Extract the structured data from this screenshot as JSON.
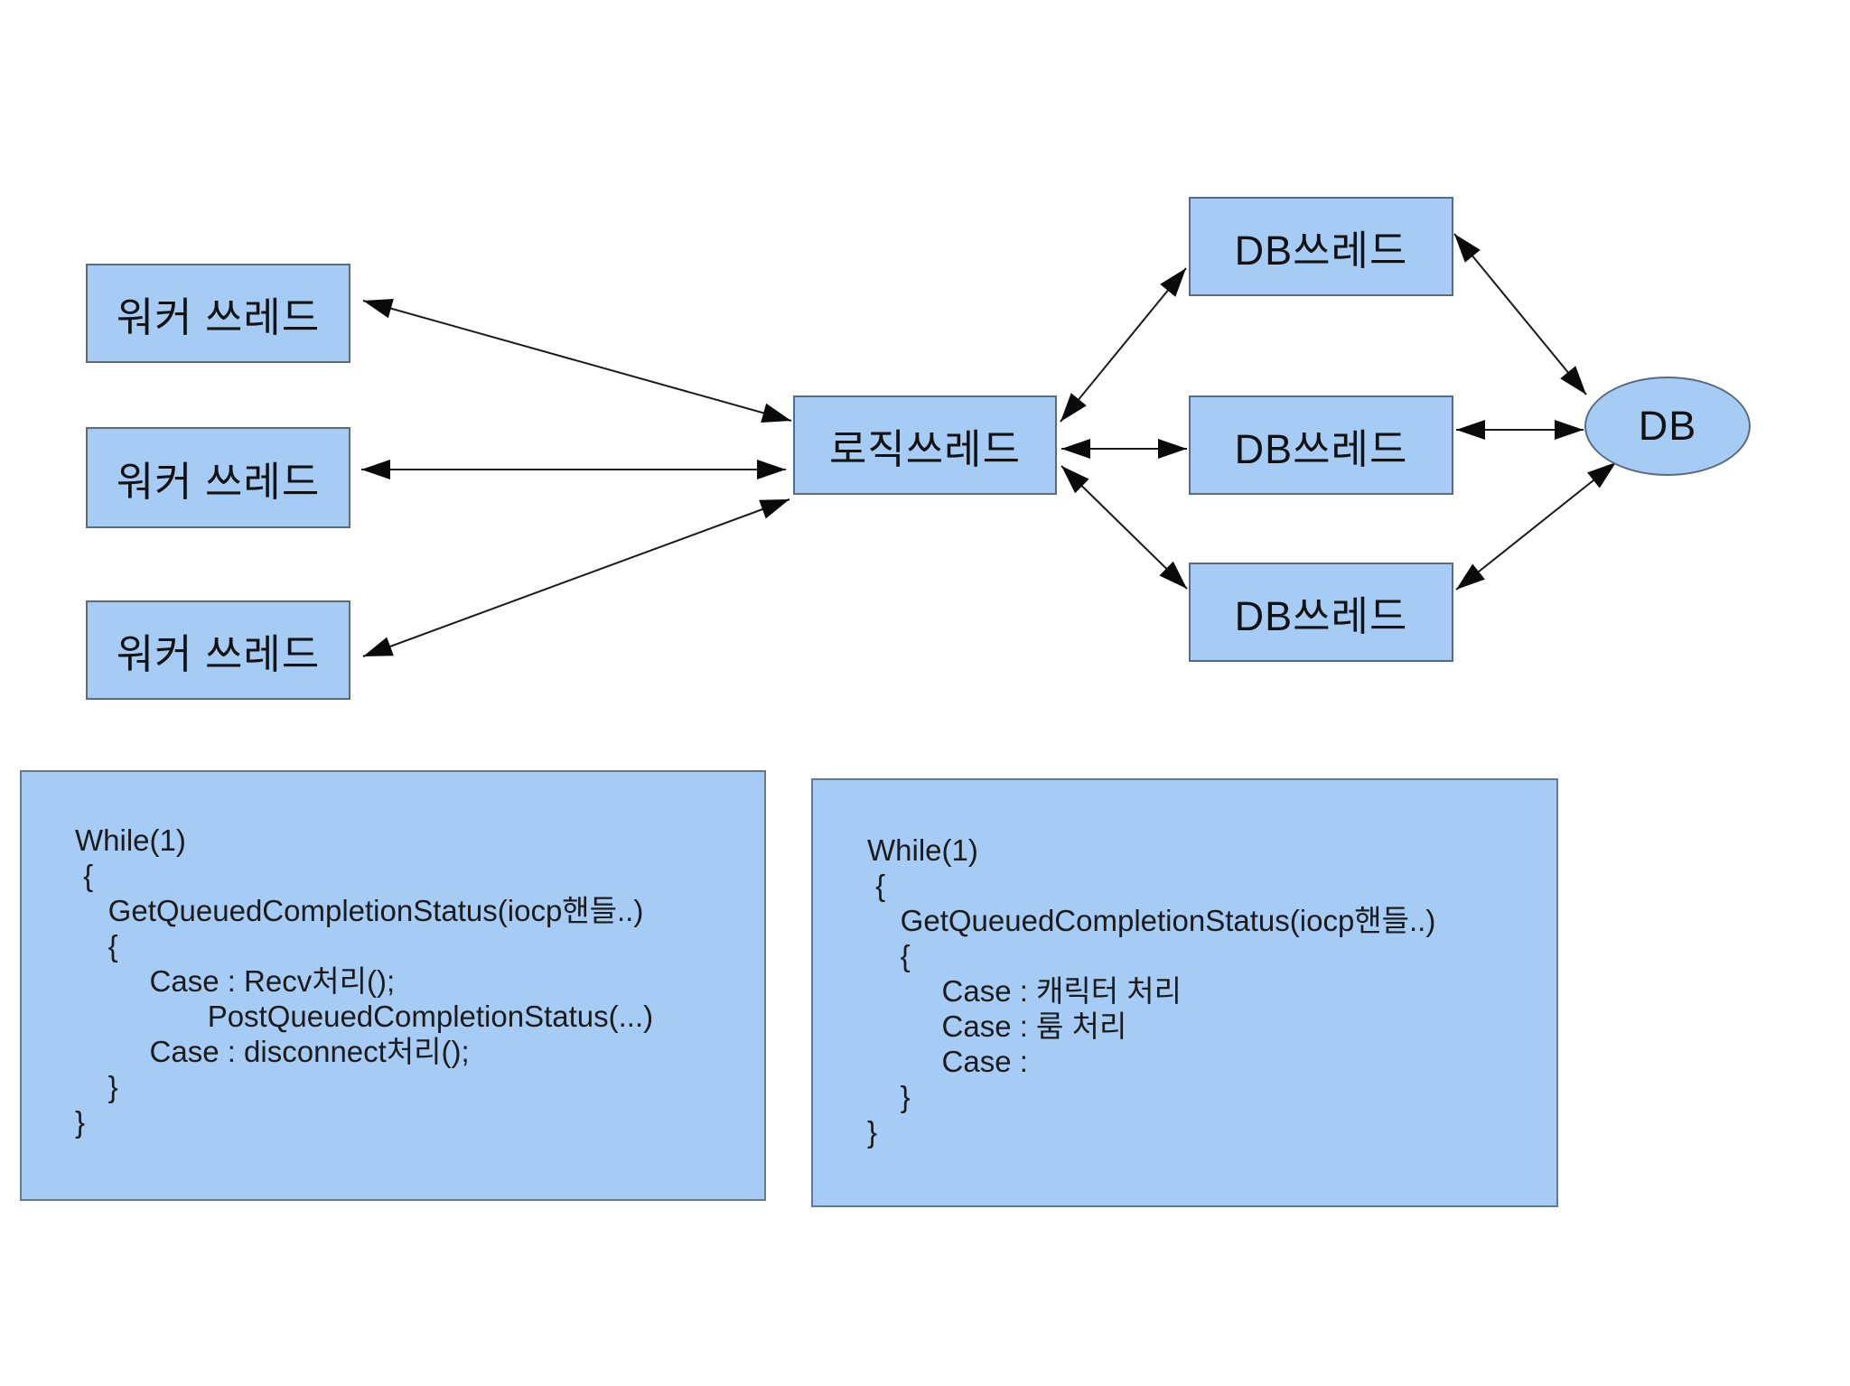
{
  "diagram": {
    "worker_threads": [
      {
        "label": "워커 쓰레드"
      },
      {
        "label": "워커 쓰레드"
      },
      {
        "label": "워커 쓰레드"
      }
    ],
    "logic_thread": {
      "label": "로직쓰레드"
    },
    "db_threads": [
      {
        "label": "DB쓰레드"
      },
      {
        "label": "DB쓰레드"
      },
      {
        "label": "DB쓰레드"
      }
    ],
    "database": {
      "label": "DB"
    },
    "connections": [
      "worker-thread-1 <-> logic-thread",
      "worker-thread-2 <-> logic-thread",
      "worker-thread-3 <-> logic-thread",
      "logic-thread <-> db-thread-1",
      "logic-thread <-> db-thread-2",
      "logic-thread <-> db-thread-3",
      "db-thread-1 <-> db",
      "db-thread-2 <-> db",
      "db-thread-3 <-> db"
    ]
  },
  "code_panels": {
    "worker_loop": "While(1)\n {\n    GetQueuedCompletionStatus(iocp핸들..)\n    {\n         Case : Recv처리();\n                PostQueuedCompletionStatus(...)\n         Case : disconnect처리();\n    }\n}",
    "db_loop": "While(1)\n {\n    GetQueuedCompletionStatus(iocp핸들..)\n    {\n         Case : 캐릭터 처리\n         Case : 룸 처리\n         Case :\n    }\n}"
  },
  "colors": {
    "node_fill": "#a6ccf5",
    "node_border": "#5a6b7e",
    "arrow": "#1a1a1a",
    "text": "#121212",
    "background": "#ffffff"
  }
}
